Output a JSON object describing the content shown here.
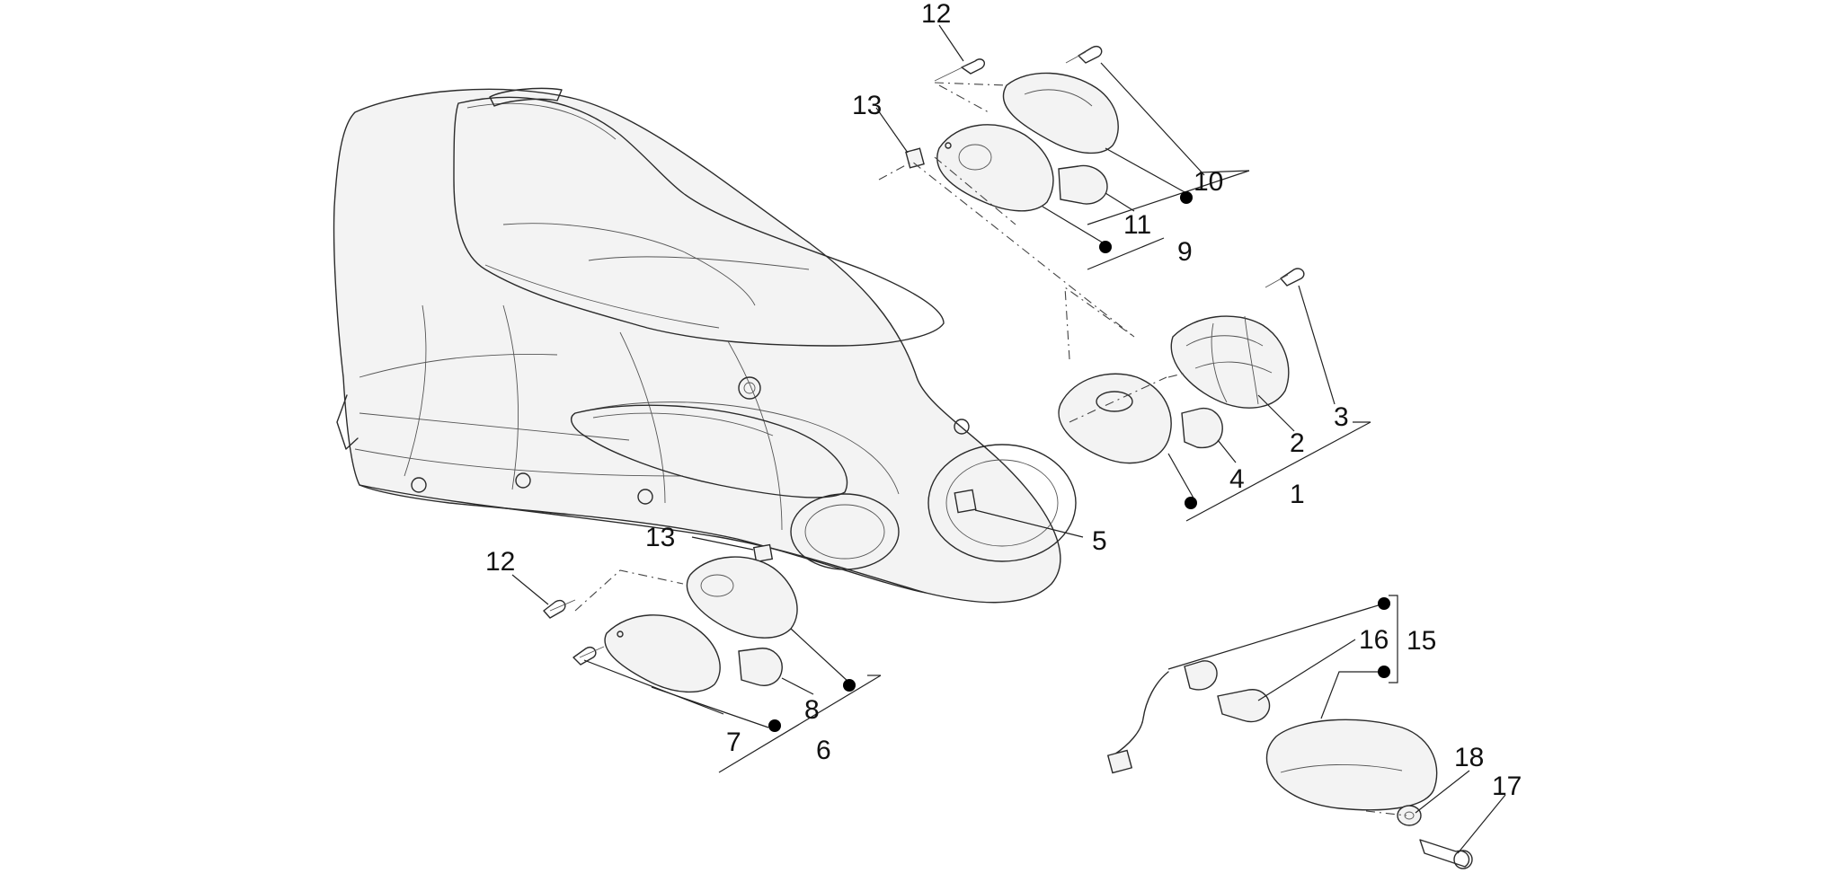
{
  "labels": {
    "l1": "1",
    "l2": "2",
    "l3": "3",
    "l4": "4",
    "l5": "5",
    "l6": "6",
    "l7": "7",
    "l8": "8",
    "l9": "9",
    "l10": "10",
    "l11": "11",
    "l12a": "12",
    "l12b": "12",
    "l13a": "13",
    "l13b": "13",
    "l15": "15",
    "l16": "16",
    "l17": "17",
    "l18": "18"
  }
}
